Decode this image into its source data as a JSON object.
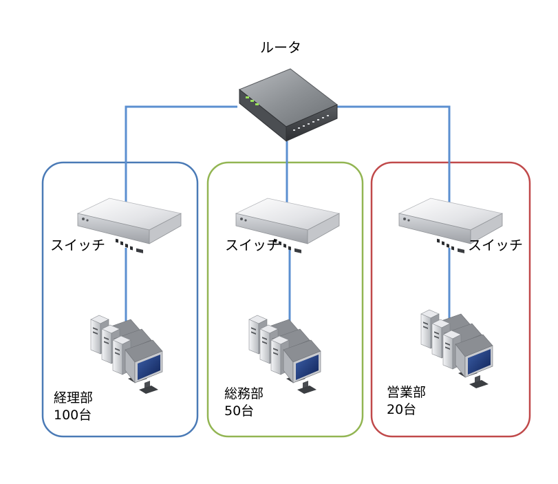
{
  "router": {
    "label": "ルータ"
  },
  "switch_label": "スイッチ",
  "departments": [
    {
      "name": "経理部",
      "count": "100台",
      "color": "#4a7ab6"
    },
    {
      "name": "総務部",
      "count": "50台",
      "color": "#92b552"
    },
    {
      "name": "営業部",
      "count": "20台",
      "color": "#c0494a"
    }
  ],
  "link_color": "#5b8fd0",
  "icons": {
    "router": "router-icon",
    "switch": "switch-icon",
    "computers": "computer-group-icon"
  }
}
